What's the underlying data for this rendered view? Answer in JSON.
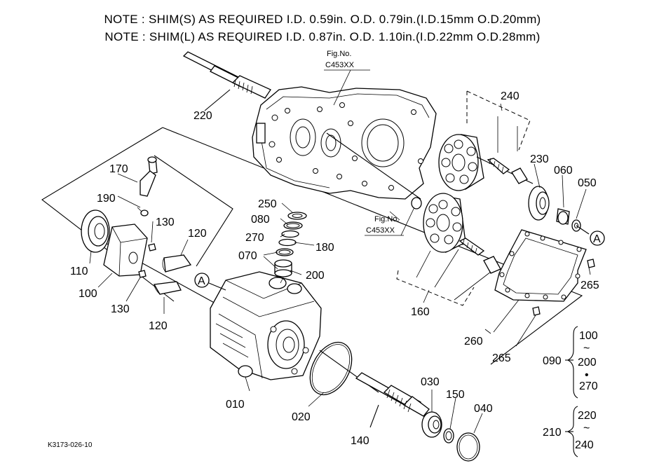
{
  "notes": [
    "NOTE : SHIM(S) AS REQUIRED I.D. 0.59in. O.D. 0.79in.(I.D.15mm O.D.20mm)",
    "NOTE : SHIM(L) AS REQUIRED I.D. 0.87in. O.D. 1.10in.(I.D.22mm O.D.28mm)"
  ],
  "fig_refs": [
    {
      "label": "Fig.No.",
      "code": "C453XX"
    },
    {
      "label": "Fig.No.",
      "code": "C453XX"
    }
  ],
  "parts": {
    "p220": "220",
    "p240": "240",
    "p230": "230",
    "p060": "060",
    "p050": "050",
    "p170": "170",
    "p190": "190",
    "p130a": "130",
    "p120a": "120",
    "p110": "110",
    "p100": "100",
    "p130b": "130",
    "p120b": "120",
    "p250": "250",
    "p080": "080",
    "p270": "270",
    "p180": "180",
    "p070": "070",
    "p200": "200",
    "p160": "160",
    "p260": "260",
    "p265a": "265",
    "p265b": "265",
    "p010": "010",
    "p020": "020",
    "p140": "140",
    "p030": "030",
    "p150": "150",
    "p040": "040"
  },
  "refs": {
    "a1": "A",
    "a2": "A"
  },
  "groups": {
    "g090": {
      "code": "090",
      "from": "100",
      "tilde": "~",
      "to": "200",
      "dot": "•",
      "extra": "270"
    },
    "g210": {
      "code": "210",
      "from": "220",
      "tilde": "~",
      "to": "240"
    }
  },
  "doc_code": "K3173-026-10"
}
